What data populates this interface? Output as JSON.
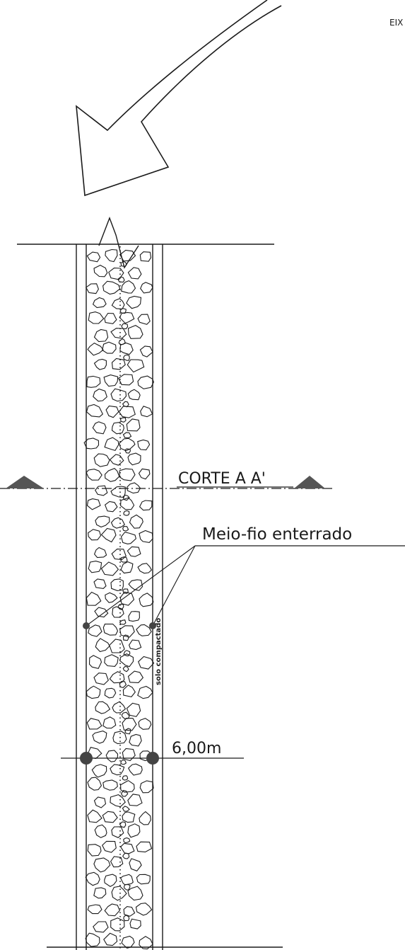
{
  "drawing": {
    "corner_text": "EIX",
    "section_label": "CORTE A A'",
    "curb_label": "Meio-fio enterrado",
    "soil_label": "solo compactado",
    "dimension_label": "6,00m"
  },
  "colors": {
    "ink": "#1a1a1a",
    "triangle": "#555555",
    "dot": "#444444",
    "background": "#ffffff"
  }
}
